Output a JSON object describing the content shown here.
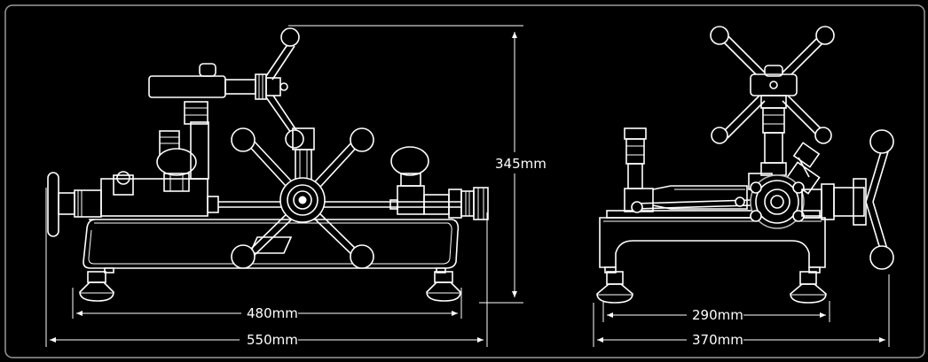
{
  "drawing": {
    "frame_color": "#9a9a9a",
    "line_color": "#ffffff",
    "background": "#000000"
  },
  "dimensions": {
    "height": "345mm",
    "front_inner_width": "480mm",
    "front_overall_width": "550mm",
    "side_inner_width": "290mm",
    "side_overall_width": "370mm"
  }
}
